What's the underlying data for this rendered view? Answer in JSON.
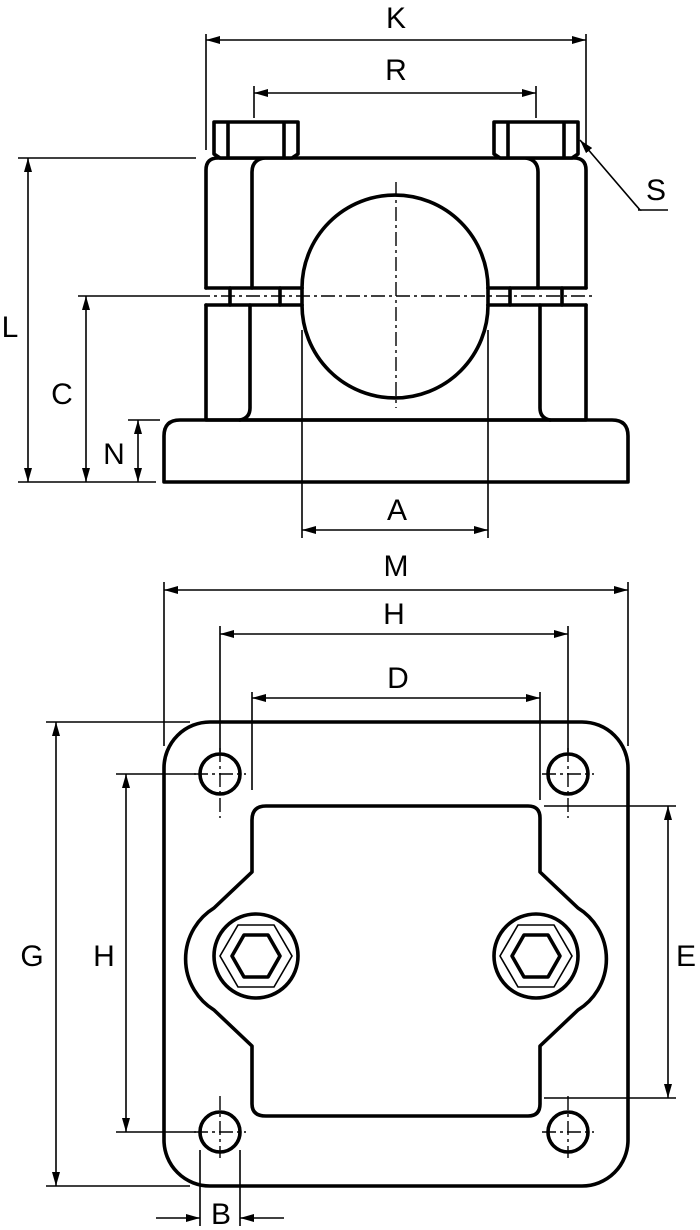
{
  "labels": {
    "K": "K",
    "R": "R",
    "S": "S",
    "L": "L",
    "C": "C",
    "N": "N",
    "A": "A",
    "M": "M",
    "H_top": "H",
    "D": "D",
    "G": "G",
    "H_left": "H",
    "E": "E",
    "B": "B"
  },
  "colors": {
    "line": "#000000",
    "background": "#ffffff"
  }
}
